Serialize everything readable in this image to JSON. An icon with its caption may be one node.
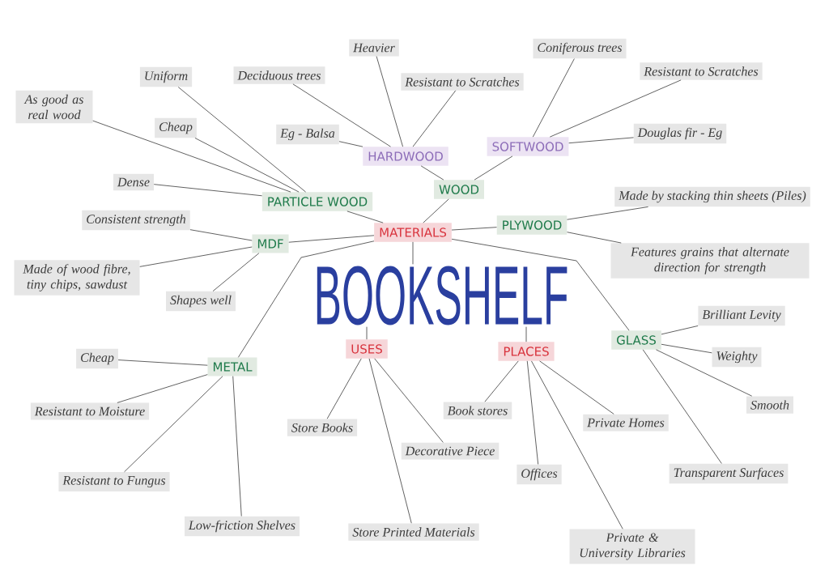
{
  "diagram": {
    "nodes": [
      {
        "text": [
          "Heavier"
        ]
      },
      {
        "text": [
          "Coniferous trees"
        ]
      },
      {
        "text": [
          "Uniform"
        ]
      },
      {
        "text": [
          "Deciduous trees"
        ]
      },
      {
        "text": [
          "Resistant to Scratches"
        ]
      },
      {
        "text": [
          "Resistant to Scratches"
        ]
      },
      {
        "text": [
          "As good as real wood"
        ]
      },
      {
        "text": [
          "Cheap"
        ]
      },
      {
        "text": [
          "Eg - Balsa"
        ]
      },
      {
        "text": [
          "Douglas fir - Eg"
        ]
      },
      {
        "text": [
          "HARDWOOD"
        ]
      },
      {
        "text": [
          "SOFTWOOD"
        ]
      },
      {
        "text": [
          "Dense"
        ]
      },
      {
        "text": [
          "PARTICLE WOOD"
        ]
      },
      {
        "text": [
          "WOOD"
        ]
      },
      {
        "text": [
          "Made by stacking thin sheets (Piles)"
        ]
      },
      {
        "text": [
          "Consistent strength"
        ]
      },
      {
        "text": [
          "MATERIALS"
        ]
      },
      {
        "text": [
          "PLYWOOD"
        ]
      },
      {
        "text": [
          "MDF"
        ]
      },
      {
        "text": [
          "Features grains that alternate direction for strength"
        ]
      },
      {
        "text": [
          "Made of wood fibre, tiny chips, sawdust"
        ]
      },
      {
        "text": [
          "Shapes well"
        ]
      },
      {
        "text": [
          "BOOKSHELF"
        ]
      },
      {
        "text": [
          "Brilliant Levity"
        ]
      },
      {
        "text": [
          "GLASS"
        ]
      },
      {
        "text": [
          "USES"
        ]
      },
      {
        "text": [
          "PLACES"
        ]
      },
      {
        "text": [
          "Cheap"
        ]
      },
      {
        "text": [
          "METAL"
        ]
      },
      {
        "text": [
          "Weighty"
        ]
      },
      {
        "text": [
          "Smooth"
        ]
      },
      {
        "text": [
          "Resistant to Moisture"
        ]
      },
      {
        "text": [
          "Book stores"
        ]
      },
      {
        "text": [
          "Private Homes"
        ]
      },
      {
        "text": [
          "Store Books"
        ]
      },
      {
        "text": [
          "Decorative Piece"
        ]
      },
      {
        "text": [
          "Offices"
        ]
      },
      {
        "text": [
          "Transparent Surfaces"
        ]
      },
      {
        "text": [
          "Resistant to Fungus"
        ]
      },
      {
        "text": [
          "Low-friction Shelves"
        ]
      },
      {
        "text": [
          "Store Printed Materials"
        ]
      },
      {
        "text": [
          "Private & University Libraries"
        ]
      }
    ],
    "edges": [
      {
        "from": 17,
        "to": 14,
        "arrow": "none"
      },
      {
        "from": 14,
        "to": 10,
        "arrow": "none"
      },
      {
        "from": 14,
        "to": 11,
        "arrow": "none"
      },
      {
        "from": 10,
        "to": 3,
        "arrow": "none"
      },
      {
        "from": 10,
        "to": 0,
        "arrow": "none"
      },
      {
        "from": 10,
        "to": 4,
        "arrow": "none"
      },
      {
        "from": 10,
        "to": 8,
        "arrow": "none"
      },
      {
        "from": 11,
        "to": 1,
        "arrow": "none"
      },
      {
        "from": 11,
        "to": 5,
        "arrow": "none"
      },
      {
        "from": 11,
        "to": 9,
        "arrow": "none"
      },
      {
        "from": 17,
        "to": 13,
        "arrow": "none"
      },
      {
        "from": 13,
        "to": 2,
        "arrow": "none"
      },
      {
        "from": 13,
        "to": 6,
        "arrow": "none"
      },
      {
        "from": 13,
        "to": 7,
        "arrow": "none"
      },
      {
        "from": 13,
        "to": 12,
        "arrow": "none"
      },
      {
        "from": 17,
        "to": 19,
        "arrow": "none"
      },
      {
        "from": 19,
        "to": 16,
        "arrow": "none"
      },
      {
        "from": 19,
        "to": 21,
        "arrow": "none"
      },
      {
        "from": 19,
        "to": 22,
        "arrow": "none"
      },
      {
        "from": 17,
        "to": 18,
        "arrow": "none"
      },
      {
        "from": 18,
        "to": 15,
        "arrow": "none"
      },
      {
        "from": 18,
        "to": 20,
        "arrow": "none"
      },
      {
        "from": 17,
        "to": 29,
        "arrow": "none"
      },
      {
        "from": 29,
        "to": 28,
        "arrow": "none"
      },
      {
        "from": 29,
        "to": 32,
        "arrow": "none"
      },
      {
        "from": 29,
        "to": 39,
        "arrow": "none"
      },
      {
        "from": 29,
        "to": 40,
        "arrow": "none"
      },
      {
        "from": 17,
        "to": 25,
        "arrow": "none"
      },
      {
        "from": 25,
        "to": 24,
        "arrow": "none"
      },
      {
        "from": 25,
        "to": 30,
        "arrow": "none"
      },
      {
        "from": 25,
        "to": 31,
        "arrow": "none"
      },
      {
        "from": 25,
        "to": 38,
        "arrow": "none"
      },
      {
        "from": 23,
        "to": 17,
        "arrow": "none"
      },
      {
        "from": 23,
        "to": 26,
        "arrow": "none"
      },
      {
        "from": 23,
        "to": 27,
        "arrow": "none"
      },
      {
        "from": 26,
        "to": 35,
        "arrow": "none"
      },
      {
        "from": 26,
        "to": 41,
        "arrow": "none"
      },
      {
        "from": 26,
        "to": 36,
        "arrow": "none"
      },
      {
        "from": 27,
        "to": 33,
        "arrow": "none"
      },
      {
        "from": 27,
        "to": 37,
        "arrow": "none"
      },
      {
        "from": 27,
        "to": 34,
        "arrow": "none"
      },
      {
        "from": 27,
        "to": 42,
        "arrow": "none"
      }
    ]
  }
}
